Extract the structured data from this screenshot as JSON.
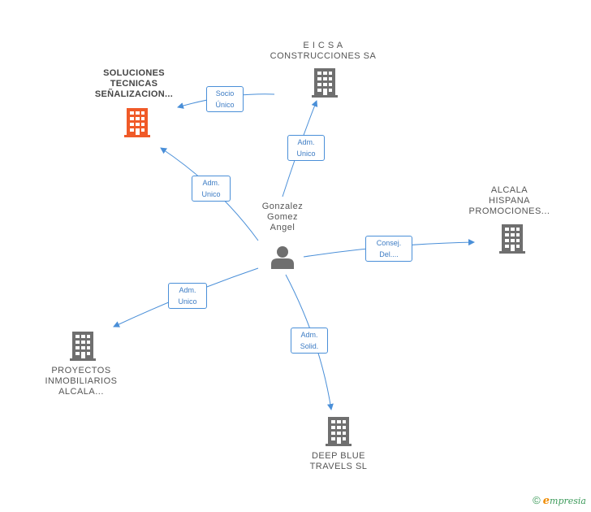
{
  "colors": {
    "link": "#4a8fd8",
    "company_icon": "#6f6f6f",
    "highlight_icon": "#f05a28",
    "person_icon": "#6f6f6f"
  },
  "nodes": {
    "person": {
      "lines": [
        "Gonzalez",
        "Gomez",
        "Angel"
      ],
      "icon": "person-icon"
    },
    "soluciones": {
      "lines": [
        "SOLUCIONES",
        "TECNICAS",
        "SEÑALIZACION..."
      ],
      "icon": "building-icon"
    },
    "eicsa": {
      "lines": [
        "E I C S A",
        "CONSTRUCCIONES SA"
      ],
      "icon": "building-icon"
    },
    "alcala_hispana": {
      "lines": [
        "ALCALA",
        "HISPANA",
        "PROMOCIONES..."
      ],
      "icon": "building-icon"
    },
    "proyectos": {
      "lines": [
        "PROYECTOS",
        "INMOBILIARIOS",
        "ALCALA..."
      ],
      "icon": "building-icon"
    },
    "deep_blue": {
      "lines": [
        "DEEP BLUE",
        "TRAVELS SL"
      ],
      "icon": "building-icon"
    }
  },
  "edges": {
    "socio_unico": [
      "Socio",
      "Único"
    ],
    "adm_eicsa": [
      "Adm.",
      "Unico"
    ],
    "adm_soluciones": [
      "Adm.",
      "Unico"
    ],
    "consej": [
      "Consej.",
      "Del...."
    ],
    "adm_proyectos": [
      "Adm.",
      "Unico"
    ],
    "adm_deep": [
      "Adm.",
      "Solid."
    ]
  },
  "brand": {
    "copyright": "©",
    "first_letter": "e",
    "rest": "mpresia"
  }
}
